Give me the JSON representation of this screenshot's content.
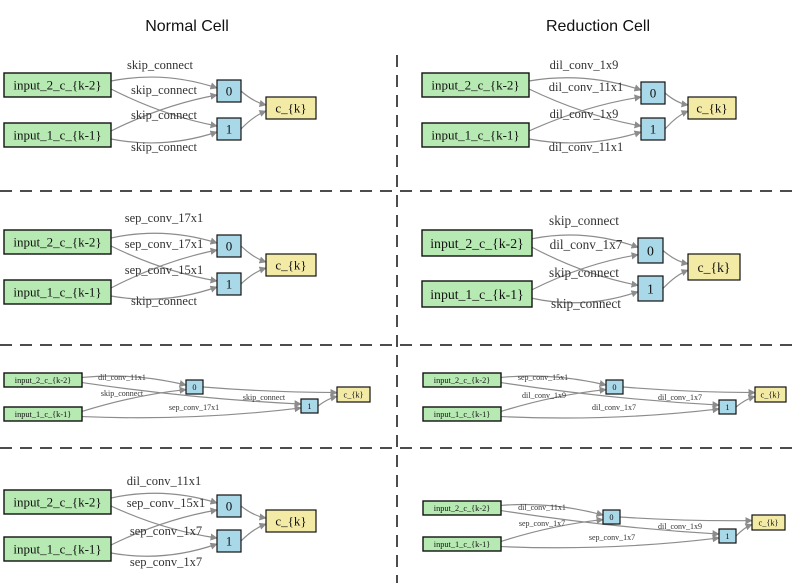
{
  "headers": {
    "normal": "Normal Cell",
    "reduction": "Reduction Cell"
  },
  "panels": [
    {
      "id": "normal-1",
      "input_top": "input_2_c_{k-2}",
      "input_bottom": "input_1_c_{k-1}",
      "node0": "0",
      "node1": "1",
      "output": "c_{k}",
      "edges": [
        "skip_connect",
        "skip_connect",
        "skip_connect",
        "skip_connect"
      ]
    },
    {
      "id": "reduction-1",
      "input_top": "input_2_c_{k-2}",
      "input_bottom": "input_1_c_{k-1}",
      "node0": "0",
      "node1": "1",
      "output": "c_{k}",
      "edges": [
        "dil_conv_1x9",
        "dil_conv_11x1",
        "dil_conv_1x9",
        "dil_conv_11x1"
      ]
    },
    {
      "id": "normal-2",
      "input_top": "input_2_c_{k-2}",
      "input_bottom": "input_1_c_{k-1}",
      "node0": "0",
      "node1": "1",
      "output": "c_{k}",
      "edges": [
        "sep_conv_17x1",
        "sep_conv_17x1",
        "sep_conv_15x1",
        "skip_connect"
      ]
    },
    {
      "id": "reduction-2",
      "input_top": "input_2_c_{k-2}",
      "input_bottom": "input_1_c_{k-1}",
      "node0": "0",
      "node1": "1",
      "output": "c_{k}",
      "edges": [
        "skip_connect",
        "dil_conv_1x7",
        "skip_connect",
        "skip_connect"
      ]
    },
    {
      "id": "normal-3",
      "input_top": "input_2_c_{k-2}",
      "input_bottom": "input_1_c_{k-1}",
      "node0": "0",
      "node1": "1",
      "output": "c_{k}",
      "edges": [
        "dil_conv_11x1",
        "skip_connect",
        "sep_conv_17x1",
        "skip_connect"
      ]
    },
    {
      "id": "reduction-3",
      "input_top": "input_2_c_{k-2}",
      "input_bottom": "input_1_c_{k-1}",
      "node0": "0",
      "node1": "1",
      "output": "c_{k}",
      "edges": [
        "sep_conv_15x1",
        "dil_conv_1x9",
        "dil_conv_1x7",
        "dil_conv_1x7"
      ]
    },
    {
      "id": "normal-4",
      "input_top": "input_2_c_{k-2}",
      "input_bottom": "input_1_c_{k-1}",
      "node0": "0",
      "node1": "1",
      "output": "c_{k}",
      "edges": [
        "dil_conv_11x1",
        "sep_conv_15x1",
        "sep_conv_1x7",
        "sep_conv_1x7"
      ]
    },
    {
      "id": "reduction-4",
      "input_top": "input_2_c_{k-2}",
      "input_bottom": "input_1_c_{k-1}",
      "node0": "0",
      "node1": "1",
      "output": "c_{k}",
      "edges": [
        "dil_conv_11x1",
        "sep_conv_1x7",
        "sep_conv_1x7",
        "dil_conv_1x9"
      ]
    }
  ]
}
